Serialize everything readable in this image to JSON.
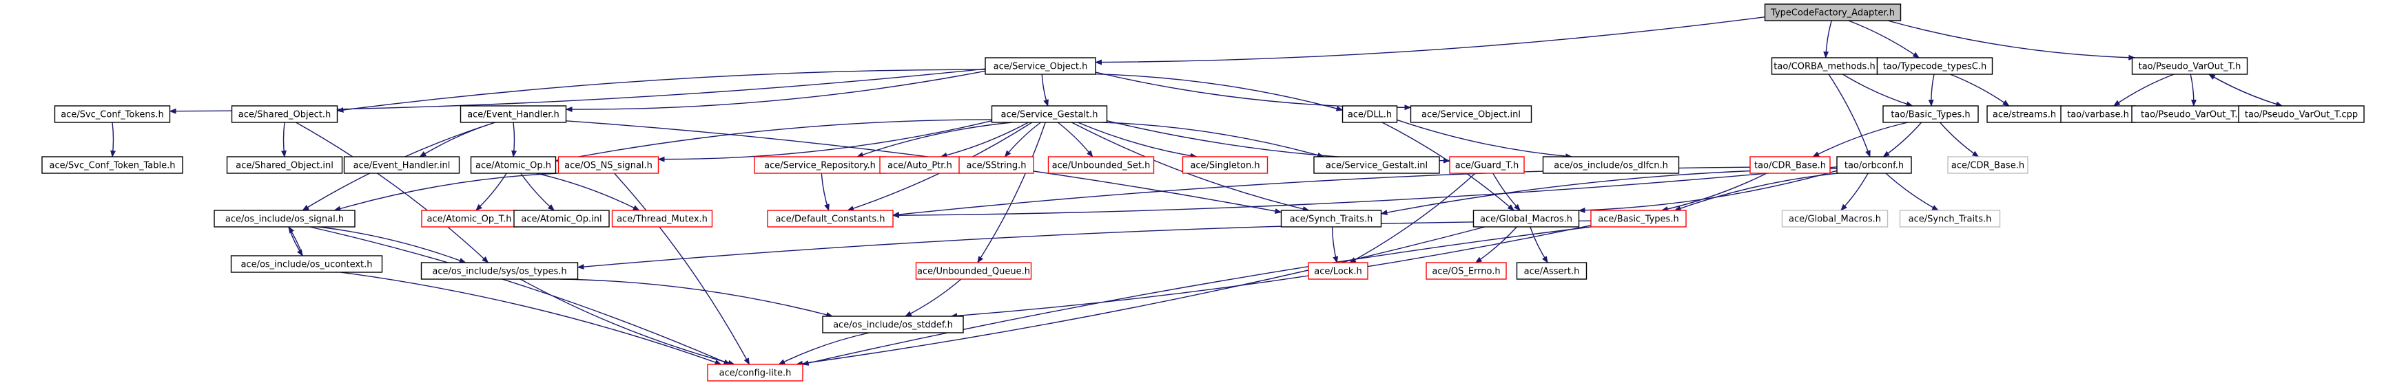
{
  "graph": {
    "colors": {
      "edge": "#191970",
      "border_default": "#000000",
      "border_missing": "#ff0000",
      "border_external": "#bfbfbf",
      "fill_default": "#ffffff",
      "fill_root": "#bfbfbf",
      "text_external": "#7f7f7f"
    },
    "nodes": [
      {
        "id": "root",
        "label": "TypeCodeFactory_Adapter.h",
        "style": "root"
      },
      {
        "id": "svcobj",
        "label": "ace/Service_Object.h"
      },
      {
        "id": "corbam",
        "label": "tao/CORBA_methods.h"
      },
      {
        "id": "tcc",
        "label": "tao/Typecode_typesC.h"
      },
      {
        "id": "pvoh",
        "label": "tao/Pseudo_VarOut_T.h"
      },
      {
        "id": "sct",
        "label": "ace/Svc_Conf_Tokens.h"
      },
      {
        "id": "so",
        "label": "ace/Shared_Object.h"
      },
      {
        "id": "eh",
        "label": "ace/Event_Handler.h"
      },
      {
        "id": "sg",
        "label": "ace/Service_Gestalt.h"
      },
      {
        "id": "dll",
        "label": "ace/DLL.h"
      },
      {
        "id": "soinl",
        "label": "ace/Service_Object.inl"
      },
      {
        "id": "bt",
        "label": "tao/Basic_Types.h"
      },
      {
        "id": "streams",
        "label": "ace/streams.h"
      },
      {
        "id": "varbase",
        "label": "tao/varbase.h"
      },
      {
        "id": "pvoinl",
        "label": "tao/Pseudo_VarOut_T.inl"
      },
      {
        "id": "pvocpp",
        "label": "tao/Pseudo_VarOut_T.cpp"
      },
      {
        "id": "sctt",
        "label": "ace/Svc_Conf_Token_Table.h"
      },
      {
        "id": "soinl2",
        "label": "ace/Shared_Object.inl"
      },
      {
        "id": "ehinl",
        "label": "ace/Event_Handler.inl"
      },
      {
        "id": "aop",
        "label": "ace/Atomic_Op.h"
      },
      {
        "id": "nssig",
        "label": "ace/OS_NS_signal.h",
        "style": "missing"
      },
      {
        "id": "srep",
        "label": "ace/Service_Repository.h",
        "style": "missing"
      },
      {
        "id": "autop",
        "label": "ace/Auto_Ptr.h",
        "style": "missing"
      },
      {
        "id": "sstr",
        "label": "ace/SString.h",
        "style": "missing"
      },
      {
        "id": "ubset",
        "label": "ace/Unbounded_Set.h",
        "style": "missing"
      },
      {
        "id": "single",
        "label": "ace/Singleton.h",
        "style": "missing"
      },
      {
        "id": "sginl",
        "label": "ace/Service_Gestalt.inl"
      },
      {
        "id": "guard",
        "label": "ace/Guard_T.h",
        "style": "missing"
      },
      {
        "id": "dlfcn",
        "label": "ace/os_include/os_dlfcn.h"
      },
      {
        "id": "cdrb",
        "label": "tao/CDR_Base.h",
        "style": "missing"
      },
      {
        "id": "orbconf",
        "label": "tao/orbconf.h"
      },
      {
        "id": "cdrbx",
        "label": "ace/CDR_Base.h",
        "style": "external"
      },
      {
        "id": "ossig",
        "label": "ace/os_include/os_signal.h"
      },
      {
        "id": "aopt",
        "label": "ace/Atomic_Op_T.h",
        "style": "missing"
      },
      {
        "id": "aopinl",
        "label": "ace/Atomic_Op.inl"
      },
      {
        "id": "tmutex",
        "label": "ace/Thread_Mutex.h",
        "style": "missing"
      },
      {
        "id": "defc",
        "label": "ace/Default_Constants.h",
        "style": "missing"
      },
      {
        "id": "synch",
        "label": "ace/Synch_Traits.h"
      },
      {
        "id": "gmacros",
        "label": "ace/Global_Macros.h"
      },
      {
        "id": "abt",
        "label": "ace/Basic_Types.h",
        "style": "missing"
      },
      {
        "id": "gmacrosx",
        "label": "ace/Global_Macros.h",
        "style": "external"
      },
      {
        "id": "synchx",
        "label": "ace/Synch_Traits.h",
        "style": "external"
      },
      {
        "id": "ucontext",
        "label": "ace/os_include/os_ucontext.h"
      },
      {
        "id": "ostypes",
        "label": "ace/os_include/sys/os_types.h"
      },
      {
        "id": "ubq",
        "label": "ace/Unbounded_Queue.h",
        "style": "missing"
      },
      {
        "id": "lock",
        "label": "ace/Lock.h",
        "style": "missing"
      },
      {
        "id": "oserrno",
        "label": "ace/OS_Errno.h",
        "style": "missing"
      },
      {
        "id": "assert",
        "label": "ace/Assert.h"
      },
      {
        "id": "stddef",
        "label": "ace/os_include/os_stddef.h"
      },
      {
        "id": "cfglite",
        "label": "ace/config-lite.h",
        "style": "missing"
      }
    ],
    "edges": [
      [
        "root",
        "svcobj"
      ],
      [
        "root",
        "corbam"
      ],
      [
        "root",
        "tcc"
      ],
      [
        "root",
        "pvoh"
      ],
      [
        "svcobj",
        "sct"
      ],
      [
        "svcobj",
        "so"
      ],
      [
        "svcobj",
        "eh"
      ],
      [
        "svcobj",
        "sg"
      ],
      [
        "svcobj",
        "dll"
      ],
      [
        "svcobj",
        "soinl"
      ],
      [
        "sct",
        "sctt"
      ],
      [
        "so",
        "soinl2"
      ],
      [
        "so",
        "ostypes"
      ],
      [
        "eh",
        "ehinl"
      ],
      [
        "eh",
        "aop"
      ],
      [
        "eh",
        "ossig"
      ],
      [
        "eh",
        "synch"
      ],
      [
        "sg",
        "aop"
      ],
      [
        "sg",
        "nssig"
      ],
      [
        "sg",
        "srep"
      ],
      [
        "sg",
        "autop"
      ],
      [
        "sg",
        "sstr"
      ],
      [
        "sg",
        "ubset"
      ],
      [
        "sg",
        "single"
      ],
      [
        "sg",
        "sginl"
      ],
      [
        "sg",
        "guard"
      ],
      [
        "sg",
        "defc"
      ],
      [
        "sg",
        "synch"
      ],
      [
        "sg",
        "ubq"
      ],
      [
        "dll",
        "dlfcn"
      ],
      [
        "dll",
        "gmacros"
      ],
      [
        "corbam",
        "bt"
      ],
      [
        "corbam",
        "orbconf"
      ],
      [
        "tcc",
        "bt"
      ],
      [
        "tcc",
        "streams"
      ],
      [
        "pvoh",
        "varbase"
      ],
      [
        "pvoh",
        "pvoinl"
      ],
      [
        "pvoh",
        "pvocpp"
      ],
      [
        "pvocpp",
        "pvoh"
      ],
      [
        "bt",
        "cdrb"
      ],
      [
        "bt",
        "orbconf"
      ],
      [
        "bt",
        "cdrbx"
      ],
      [
        "cdrb",
        "abt"
      ],
      [
        "cdrb",
        "defc"
      ],
      [
        "orbconf",
        "defc"
      ],
      [
        "orbconf",
        "synch"
      ],
      [
        "orbconf",
        "gmacros"
      ],
      [
        "orbconf",
        "abt"
      ],
      [
        "orbconf",
        "gmacrosx"
      ],
      [
        "orbconf",
        "synchx"
      ],
      [
        "aop",
        "aopt"
      ],
      [
        "aop",
        "aopinl"
      ],
      [
        "aop",
        "tmutex"
      ],
      [
        "nssig",
        "ossig"
      ],
      [
        "nssig",
        "cfglite"
      ],
      [
        "srep",
        "defc"
      ],
      [
        "guard",
        "lock"
      ],
      [
        "guard",
        "gmacros"
      ],
      [
        "ossig",
        "ostypes"
      ],
      [
        "ossig",
        "ucontext"
      ],
      [
        "ossig",
        "cfglite"
      ],
      [
        "ucontext",
        "ossig"
      ],
      [
        "ucontext",
        "cfglite"
      ],
      [
        "synch",
        "lock"
      ],
      [
        "gmacros",
        "oserrno"
      ],
      [
        "gmacros",
        "assert"
      ],
      [
        "gmacros",
        "cfglite"
      ],
      [
        "abt",
        "ostypes"
      ],
      [
        "abt",
        "stddef"
      ],
      [
        "abt",
        "cfglite"
      ],
      [
        "ostypes",
        "stddef"
      ],
      [
        "ostypes",
        "cfglite"
      ],
      [
        "ubq",
        "stddef"
      ],
      [
        "stddef",
        "cfglite"
      ]
    ]
  }
}
